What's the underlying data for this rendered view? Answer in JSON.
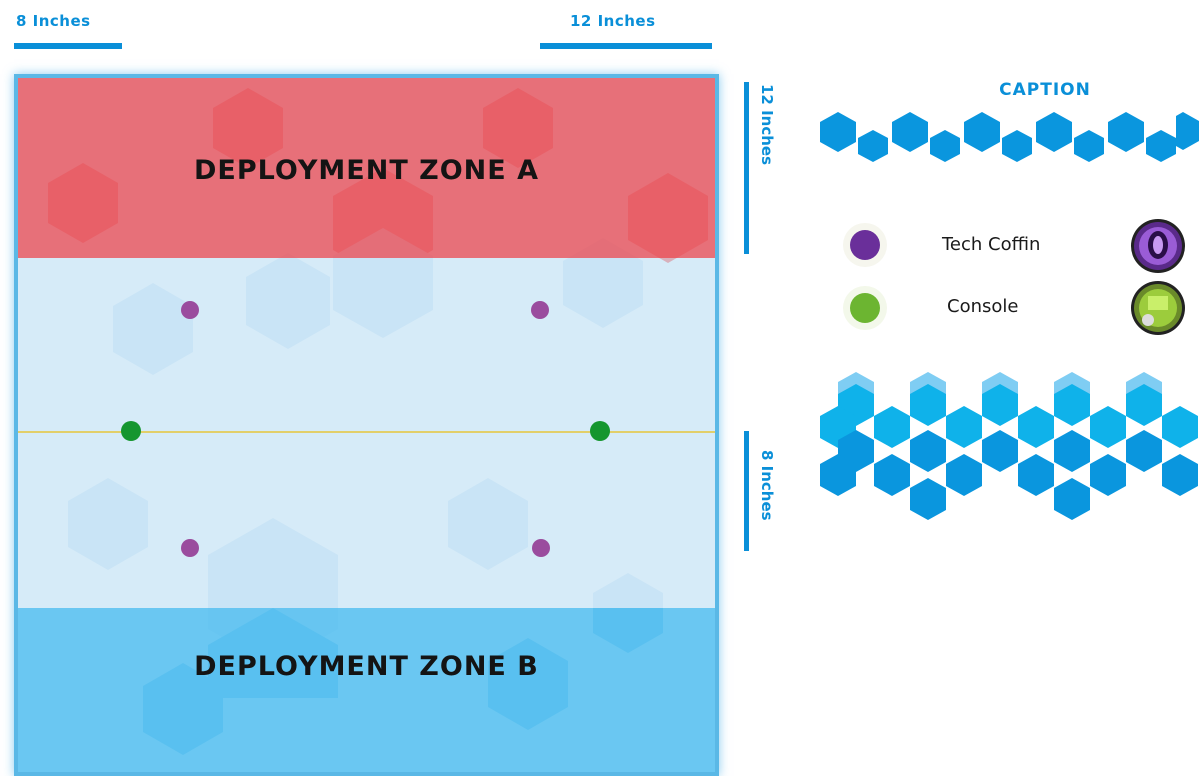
{
  "measurements": {
    "top_left": "8 Inches",
    "top_right": "12  Inches",
    "right_upper": "12  Inches",
    "right_lower": "8 Inches"
  },
  "zones": {
    "a_label": "DEPLOYMENT ZONE A",
    "b_label": "DEPLOYMENT ZONE B"
  },
  "caption": {
    "title": "CAPTION",
    "items": [
      {
        "label": "Tech Coffin",
        "swatch_color": "#6a2f9a",
        "icon": "tech-coffin-token-icon"
      },
      {
        "label": "Console",
        "swatch_color": "#6cb531",
        "icon": "console-token-icon"
      }
    ]
  },
  "colors": {
    "accent": "#0a8fd8",
    "zone_a": "#e95e66",
    "zone_b": "#5bc2f0",
    "midfield": "#d7ebf8",
    "tech_coffin_marker": "#9a4c9e",
    "console_marker": "#15962f"
  }
}
